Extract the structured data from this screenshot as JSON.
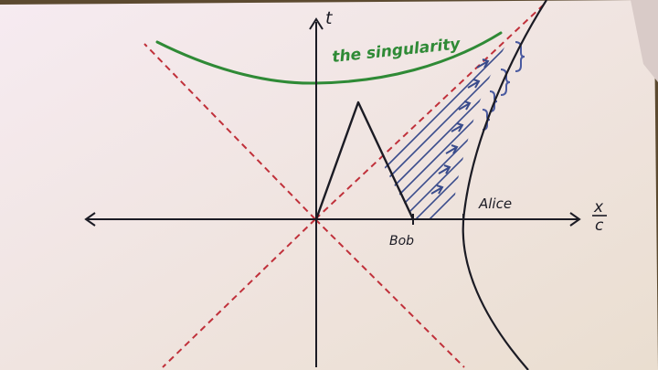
{
  "labels": {
    "t_axis": "t",
    "x_axis_num": "x",
    "x_axis_den": "c",
    "singularity": "the singularity",
    "bob": "Bob",
    "alice": "Alice"
  },
  "colors": {
    "paper": "#f1e4ec",
    "ink": "#1b1b24",
    "light_cone": "#c0303a",
    "singularity": "#2f8a36",
    "hatch": "#3a4c8c",
    "brace": "#4a5aa0",
    "singularity_label": "#2f8a36"
  }
}
